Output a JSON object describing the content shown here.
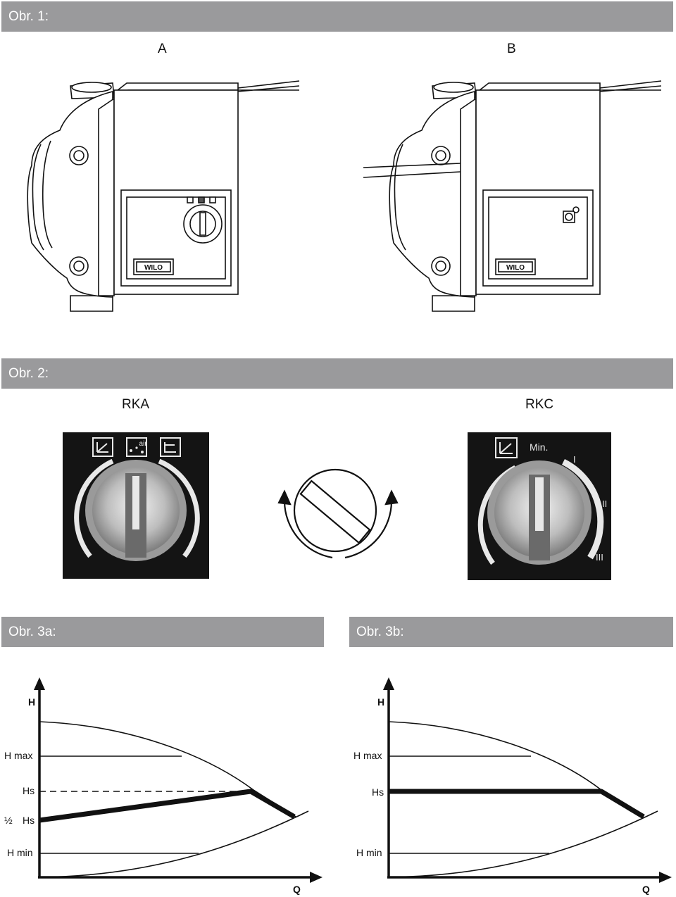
{
  "figure1": {
    "heading": "Obr. 1:",
    "label_a": "A",
    "label_b": "B",
    "brand_a": "WILO",
    "brand_b": "WILO"
  },
  "figure2": {
    "heading": "Obr. 2:",
    "label_rka": "RKA",
    "label_rkc": "RKC",
    "rka_air": "air",
    "rkc_min": "Min.",
    "rkc_level_1": "I",
    "rkc_level_2": "II",
    "rkc_level_3": "III"
  },
  "figure3a": {
    "heading": "Obr. 3a:",
    "y_axis": "H",
    "x_axis": "Q",
    "h_max": "H max",
    "h_s": "Hs",
    "half": "½",
    "half_hs": "Hs",
    "h_min": "H min"
  },
  "figure3b": {
    "heading": "Obr. 3b:",
    "y_axis": "H",
    "x_axis": "Q",
    "h_max": "H max",
    "h_s": "Hs",
    "h_min": "H min"
  },
  "colors": {
    "header_bar": "#9a9a9c",
    "dial_panel": "#141414",
    "line": "#111111"
  }
}
